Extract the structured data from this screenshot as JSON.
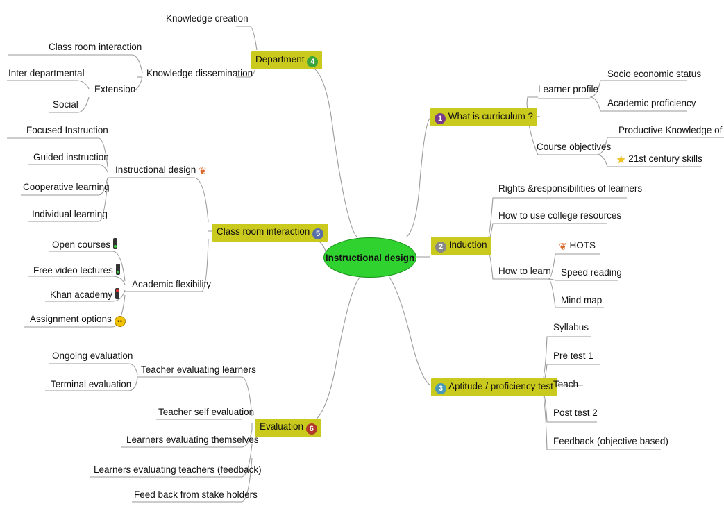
{
  "center": "Instructional design",
  "department": {
    "label": "Department",
    "number": "4",
    "knowledge_creation": "Knowledge creation",
    "knowledge_dissemination": "Knowledge dissemination",
    "class_room_interaction": "Class room interaction",
    "extension": "Extension",
    "inter_departmental": "Inter departmental",
    "social": "Social"
  },
  "classroom": {
    "label": "Class room interaction",
    "number": "5",
    "instructional_design": "Instructional design",
    "focused": "Focused Instruction",
    "guided": "Guided instruction",
    "cooperative": "Cooperative learning",
    "individual": "Individual learning",
    "academic_flexibility": "Academic flexibility",
    "open_courses": "Open courses",
    "free_video": "Free video lectures",
    "khan": "Khan academy",
    "assignment": "Assignment options"
  },
  "evaluation": {
    "label": "Evaluation",
    "number": "6",
    "teacher_evaluating": "Teacher evaluating learners",
    "ongoing": "Ongoing evaluation",
    "terminal": "Terminal evaluation",
    "teacher_self": "Teacher self evaluation",
    "learners_themselves": "Learners evaluating themselves",
    "learners_teachers": "Learners evaluating teachers (feedback)",
    "stake_holders": "Feed back from stake holders"
  },
  "curriculum": {
    "label": "What is curriculum ?",
    "number": "1",
    "learner_profile": "Learner profile",
    "socio": "Socio economic status",
    "academic": "Academic proficiency",
    "course_objectives": "Course objectives",
    "productive": "Productive Knowledge of sub",
    "century": "21st century skills"
  },
  "induction": {
    "label": "Induction",
    "number": "2",
    "rights": "Rights &responsibilities of learners",
    "college": "How to use college resources",
    "how_to_learn": "How to learn",
    "hots": "HOTS",
    "speed": "Speed reading",
    "mind_map": "Mind map"
  },
  "aptitude": {
    "label": "Aptitude / proficiency test",
    "number": "3",
    "syllabus": "Syllabus",
    "pre_test": "Pre test 1",
    "teach": "Teach",
    "post_test": "Post test 2",
    "feedback": "Feedback (objective based)"
  },
  "icons": [
    "butterfly-icon",
    "traffic-light-icon",
    "smiley-icon",
    "star-icon"
  ]
}
